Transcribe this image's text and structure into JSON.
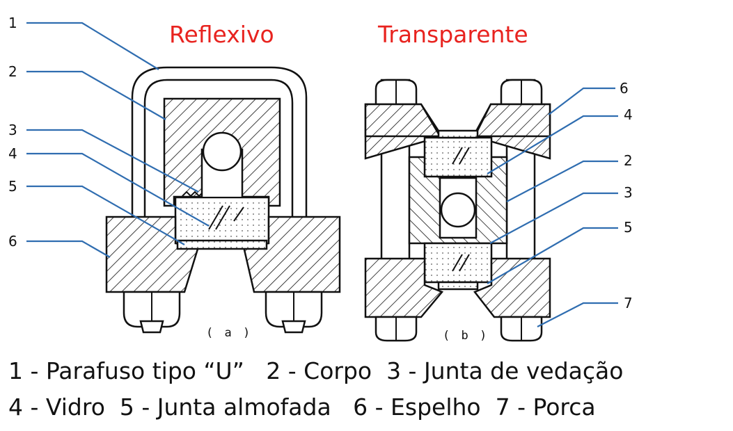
{
  "titles": {
    "a": "Reflexivo",
    "b": "Transparente"
  },
  "figure_a": {
    "caption": "( a )",
    "callouts": [
      "1",
      "2",
      "3",
      "4",
      "5",
      "6"
    ]
  },
  "figure_b": {
    "caption": "( b )",
    "callouts": [
      "6",
      "4",
      "2",
      "3",
      "5",
      "7"
    ]
  },
  "legend": {
    "line1": "1 - Parafuso tipo “U”   2 - Corpo  3 - Junta de vedação",
    "line2": "4 - Vidro  5 - Junta almofada   6 - Espelho  7 - Porca"
  },
  "colors": {
    "title": "#e8231f",
    "leader": "#2f6db0",
    "ink": "#111111"
  }
}
